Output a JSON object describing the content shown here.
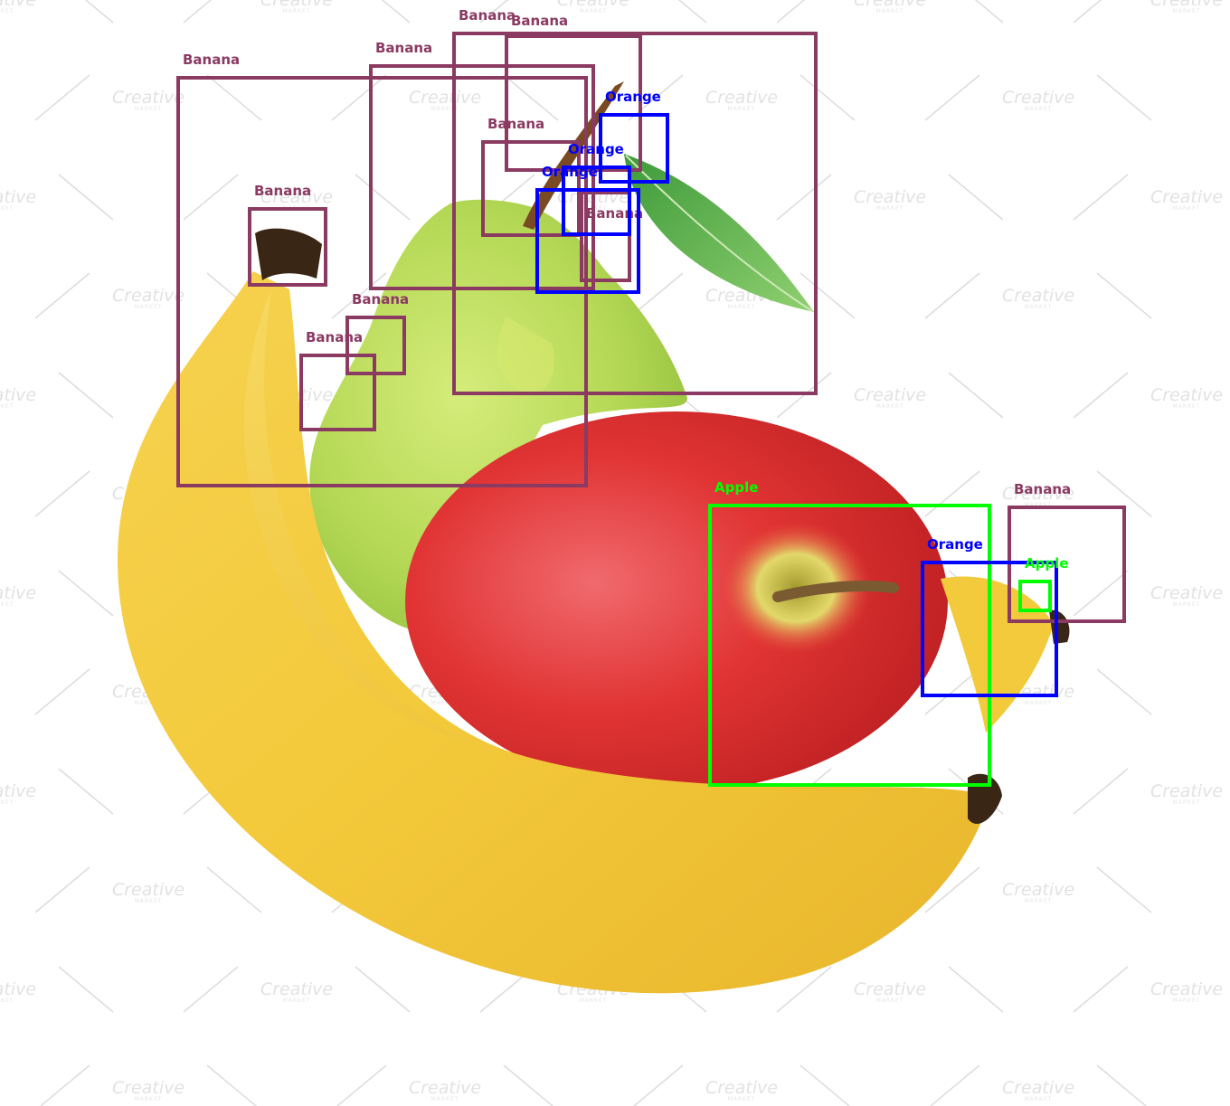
{
  "image": {
    "subject": "Banana, pear and red apple on white background with object detection boxes",
    "background": "#ffffff"
  },
  "watermark": {
    "text": "Creative",
    "subtext": "MARKET"
  },
  "classes": {
    "Banana": "#8b3a62",
    "Orange": "#0000ff",
    "Apple": "#00ff00"
  },
  "detections": [
    {
      "label": "Banana"
    },
    {
      "label": "Banana"
    },
    {
      "label": "Banana"
    },
    {
      "label": "Banana"
    },
    {
      "label": "Banana"
    },
    {
      "label": "Banana"
    },
    {
      "label": "Banana"
    },
    {
      "label": "Banana"
    },
    {
      "label": "Banana"
    },
    {
      "label": "Orange"
    },
    {
      "label": "Orange"
    },
    {
      "label": "Orange"
    },
    {
      "label": "Banana"
    },
    {
      "label": "Apple"
    },
    {
      "label": "Orange"
    },
    {
      "label": "Apple"
    }
  ]
}
